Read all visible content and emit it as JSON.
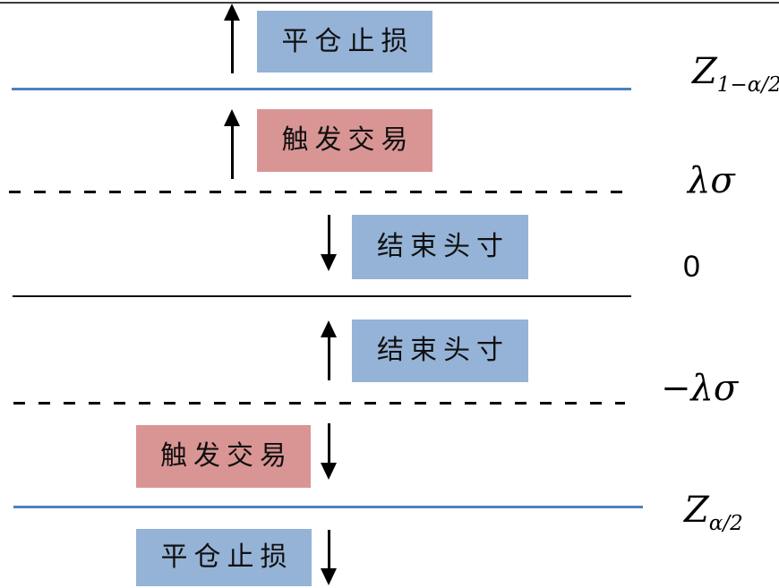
{
  "boxes": {
    "top_stop": "平仓止损",
    "top_trigger": "触发交易",
    "mid_close_upper": "结束头寸",
    "mid_close_lower": "结束头寸",
    "bottom_trigger": "触发交易",
    "bottom_stop": "平仓止损"
  },
  "thresholds": {
    "z_upper": {
      "base": "Z",
      "sub": "1−α/2"
    },
    "lambda_upper": "λσ",
    "zero": "0",
    "lambda_lower": "−λσ",
    "z_lower": {
      "base": "Z",
      "sub": "α/2"
    }
  },
  "colors": {
    "box_blue": "#95b3d7",
    "box_red": "#d99594",
    "line_blue": "#4f81bd",
    "line_black": "#000000",
    "top_rule_gray": "#3d3d3d"
  }
}
